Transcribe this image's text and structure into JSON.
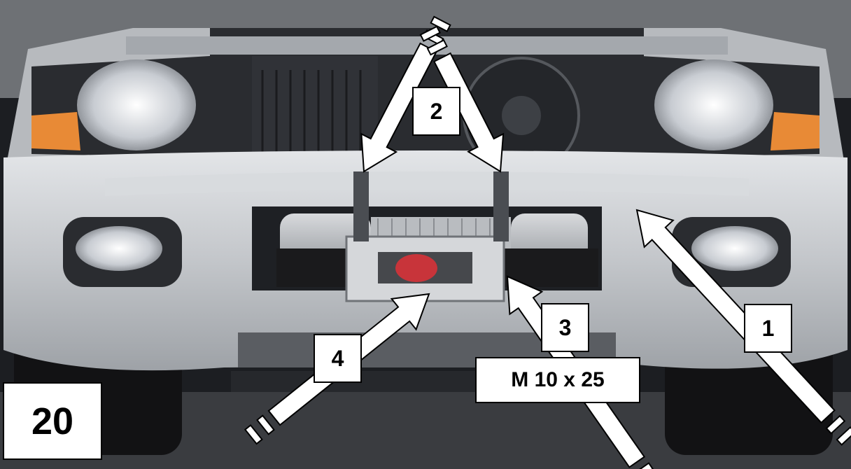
{
  "figure_number": "20",
  "callouts": {
    "c1": "1",
    "c2": "2",
    "c3": "3",
    "c4": "4",
    "spec": "M 10 x 25"
  },
  "colors": {
    "arrow_fill": "#ffffff",
    "arrow_stroke": "#000000",
    "body_silver": "#c9ccd0",
    "background": "#1c1e22"
  }
}
